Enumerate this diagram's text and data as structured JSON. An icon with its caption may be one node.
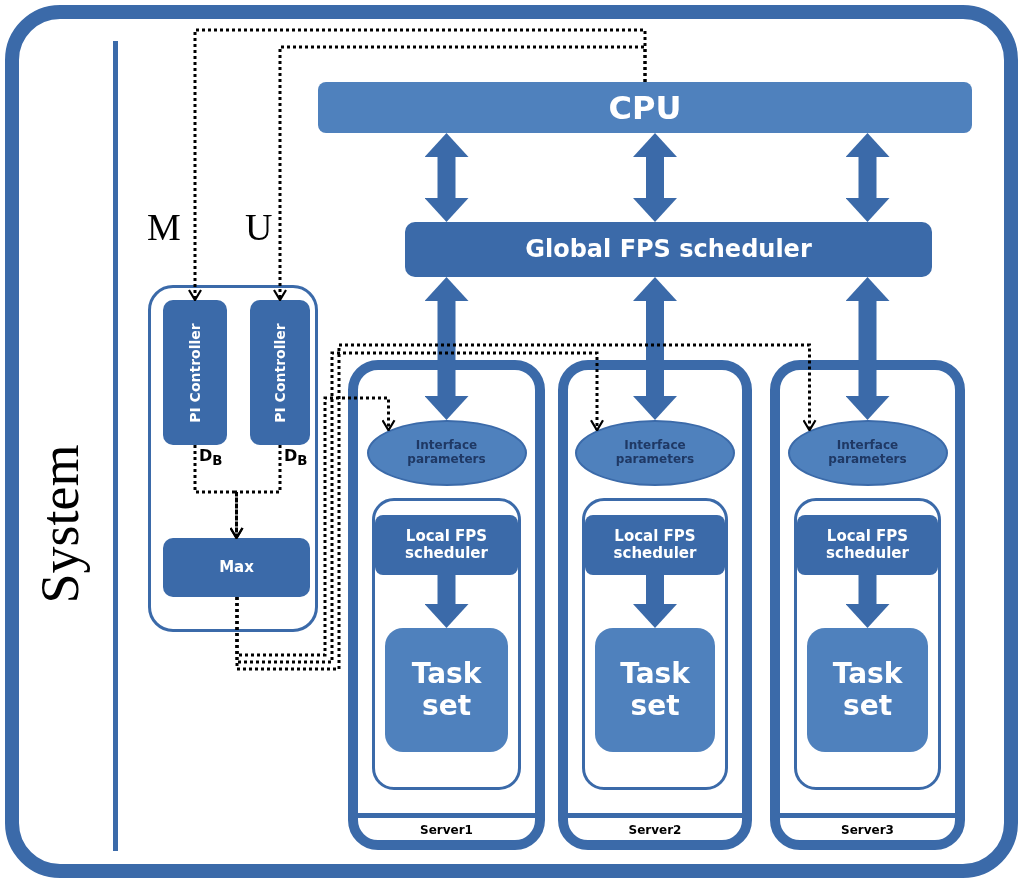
{
  "diagram": {
    "nodes": [
      {
        "text": [
          "System"
        ]
      },
      {
        "text": [
          "CPU"
        ],
        "in": 0
      },
      {
        "text": [
          "Global FPS scheduler"
        ],
        "in": 0
      },
      {
        "text": [],
        "shape": "box",
        "in": 0
      },
      {
        "text": [
          "PI Controller"
        ],
        "in": 3,
        "beside": [
          "D$_{B}$"
        ]
      },
      {
        "text": [
          "PI Controller"
        ],
        "in": 3,
        "beside": [
          "D$_{B}$"
        ]
      },
      {
        "text": [
          "Max"
        ],
        "in": 3
      },
      {
        "text": [
          "Server1"
        ],
        "in": 0
      },
      {
        "text": [
          "Interface parameters"
        ],
        "in": 7
      },
      {
        "text": [],
        "shape": "box",
        "in": 7
      },
      {
        "text": [
          "Local FPS scheduler"
        ],
        "in": 9
      },
      {
        "text": [
          "Task set"
        ],
        "in": 9
      },
      {
        "text": [
          "Server2"
        ],
        "in": 0
      },
      {
        "text": [
          "Interface parameters"
        ],
        "in": 12
      },
      {
        "text": [],
        "shape": "box",
        "in": 12
      },
      {
        "text": [
          "Local FPS scheduler"
        ],
        "in": 14
      },
      {
        "text": [
          "Task set"
        ],
        "in": 14
      },
      {
        "text": [
          "Server3"
        ],
        "in": 0
      },
      {
        "text": [
          "Interface parameters"
        ],
        "in": 17
      },
      {
        "text": [],
        "shape": "box",
        "in": 17
      },
      {
        "text": [
          "Local FPS scheduler"
        ],
        "in": 19
      },
      {
        "text": [
          "Task set"
        ],
        "in": 19
      }
    ],
    "edges": [
      {
        "from": 1,
        "to": 4,
        "arrow": "to",
        "style": "dashed",
        "color": "#000000"
      },
      {
        "from": 1,
        "to": 5,
        "arrow": "to",
        "style": "dashed",
        "color": "#000000"
      },
      {
        "from": 1,
        "to": 2,
        "arrow": "both"
      },
      {
        "from": 1,
        "to": 2,
        "arrow": "both"
      },
      {
        "from": 1,
        "to": 2,
        "arrow": "both"
      },
      {
        "from": 2,
        "to": 8,
        "arrow": "both"
      },
      {
        "from": 2,
        "to": 13,
        "arrow": "both"
      },
      {
        "from": 2,
        "to": 18,
        "arrow": "both"
      },
      {
        "from": 4,
        "to": 6,
        "arrow": "to",
        "style": "dashed",
        "color": "#000000"
      },
      {
        "from": 5,
        "to": 6,
        "arrow": "to",
        "style": "dashed",
        "color": "#000000"
      },
      {
        "from": 6,
        "to": 8,
        "arrow": "to",
        "style": "dashed",
        "color": "#000000"
      },
      {
        "from": 6,
        "to": 13,
        "arrow": "to",
        "style": "dashed",
        "color": "#000000"
      },
      {
        "from": 6,
        "to": 18,
        "arrow": "to",
        "style": "dashed",
        "color": "#000000"
      },
      {
        "from": 10,
        "to": 11,
        "arrow": "to"
      },
      {
        "from": 15,
        "to": 16,
        "arrow": "to"
      },
      {
        "from": 20,
        "to": 21,
        "arrow": "to"
      }
    ],
    "labels": [
      "M",
      "U"
    ]
  }
}
